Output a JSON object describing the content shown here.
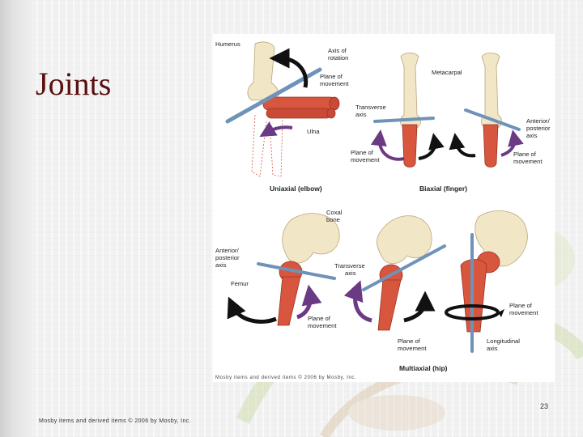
{
  "slide": {
    "title": "Joints",
    "page_number": "23",
    "footer": "Mosby items and derived items © 2006 by Mosby, Inc."
  },
  "figure": {
    "credit": "Mosby items and derived items © 2006 by Mosby, Inc.",
    "captions": {
      "uniaxial": "Uniaxial (elbow)",
      "biaxial": "Biaxial (finger)",
      "multiaxial": "Multiaxial (hip)"
    },
    "labels": {
      "humerus": "Humerus",
      "axis_rotation_1": "Axis of",
      "axis_rotation_2": "rotation",
      "plane_elbow_1": "Plane of",
      "plane_elbow_2": "movement",
      "ulna": "Ulna",
      "metacarpal": "Metacarpal",
      "transverse_f_1": "Transverse",
      "transverse_f_2": "axis",
      "plane_f_left_1": "Plane of",
      "plane_f_left_2": "movement",
      "antpost_f_1": "Anterior/",
      "antpost_f_2": "posterior",
      "antpost_f_3": "axis",
      "plane_f_right_1": "Plane of",
      "plane_f_right_2": "movement",
      "coxal_1": "Coxal",
      "coxal_2": "bone",
      "antpost_h_1": "Anterior/",
      "antpost_h_2": "posterior",
      "antpost_h_3": "axis",
      "femur": "Femur",
      "transverse_h_1": "Transverse",
      "transverse_h_2": "axis",
      "plane_h1_1": "Plane of",
      "plane_h1_2": "movement",
      "plane_h2_1": "Plane of",
      "plane_h2_2": "movement",
      "plane_h3_1": "Plane of",
      "plane_h3_2": "movement",
      "longitudinal_1": "Longitudinal",
      "longitudinal_2": "axis"
    }
  },
  "colors": {
    "title": "#5a1010",
    "bone": "#f1e6c6",
    "muscle": "#d8553e",
    "axis": "#6f93b8",
    "arrow_purple": "#6b3a84"
  }
}
